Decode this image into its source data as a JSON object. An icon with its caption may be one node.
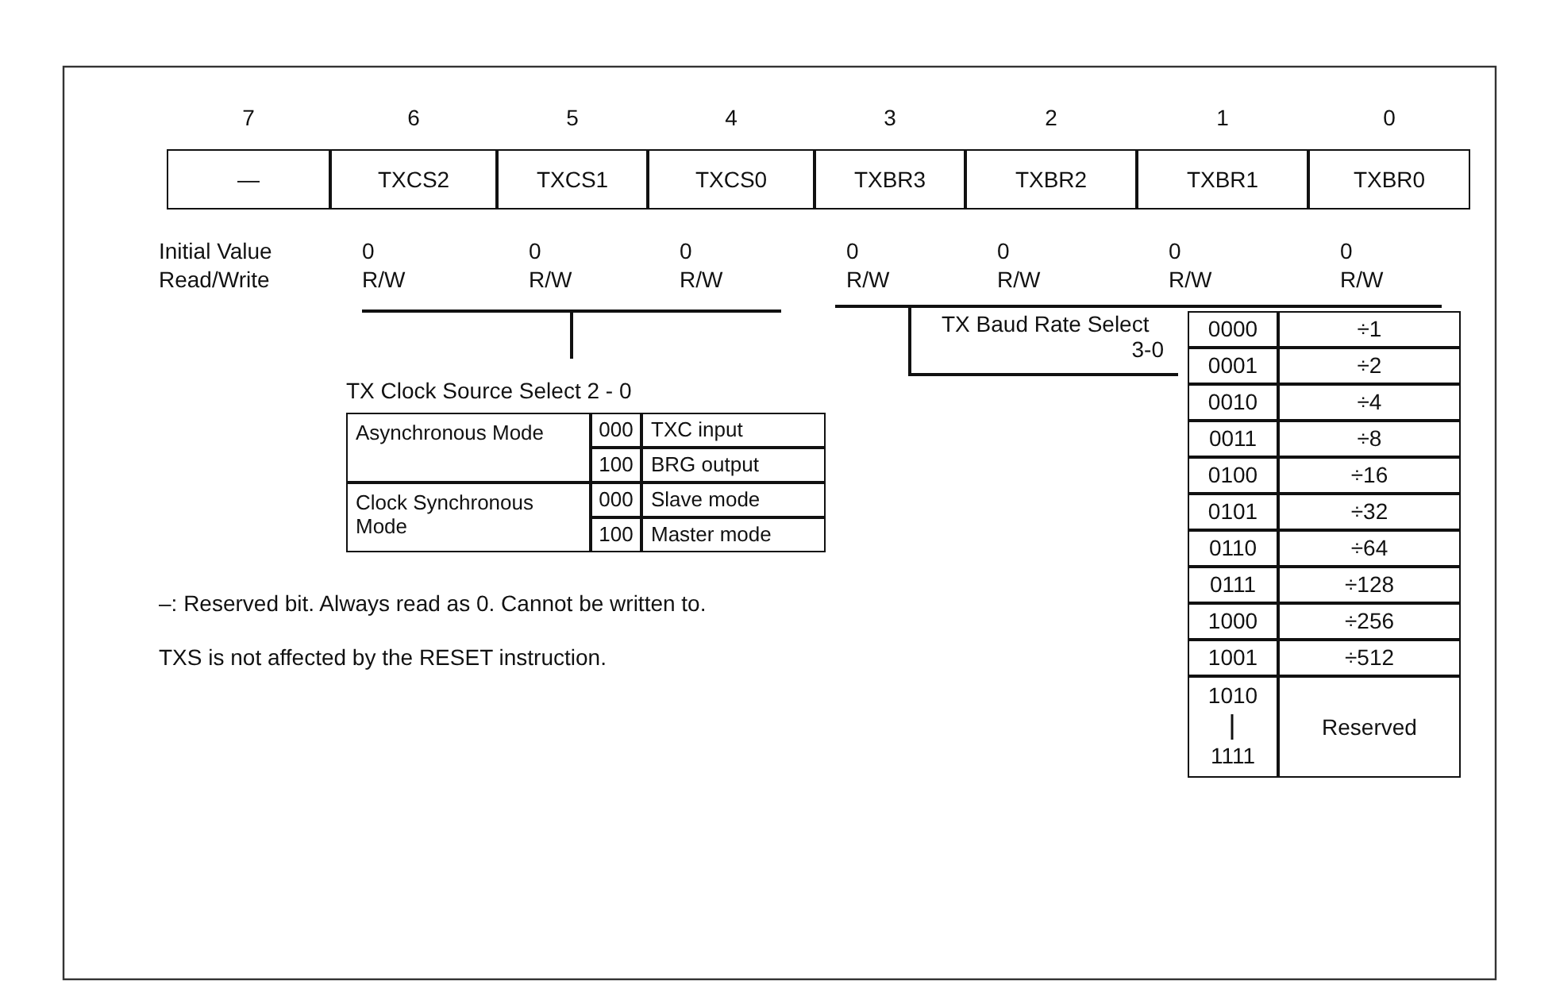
{
  "diagram": {
    "labels": [
      "7",
      "6",
      "5",
      "4",
      "3",
      "2",
      "1",
      "0",
      "—",
      "TXCS2",
      "TXCS1",
      "TXCS0",
      "TXBR3",
      "TXBR2",
      "TXBR1",
      "TXBR0",
      "Initial Value",
      "0",
      "0",
      "0",
      "0",
      "0",
      "0",
      "0",
      "Read/Write",
      "R/W",
      "R/W",
      "R/W",
      "R/W",
      "R/W",
      "R/W",
      "R/W",
      "TX Baud Rate Select 3-0",
      "TX Clock Source Select 2 - 0",
      "Asynchronous Mode",
      "000",
      "TXC input",
      "100",
      "BRG output",
      "Clock Synchronous Mode",
      "000",
      "Slave mode",
      "100",
      "Master mode",
      "0000",
      "÷1",
      "0001",
      "÷2",
      "0010",
      "÷4",
      "0011",
      "÷8",
      "0100",
      "÷16",
      "0101",
      "÷32",
      "0110",
      "÷64",
      "0111",
      "÷128",
      "1000",
      "÷256",
      "1001",
      "÷512",
      "1010",
      "Reserved",
      "1111",
      "–: Reserved bit. Always read as 0. Cannot be written to.",
      "TXS is not affected by the RESET instruction."
    ]
  }
}
